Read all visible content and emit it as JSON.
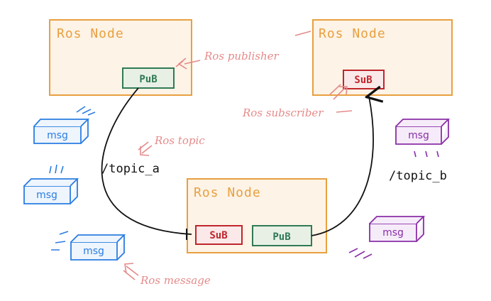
{
  "nodes": {
    "top_left": {
      "title": "Ros Node",
      "port": "PuB"
    },
    "top_right": {
      "title": "Ros Node",
      "port": "SuB"
    },
    "bottom": {
      "title": "Ros Node",
      "port_sub": "SuB",
      "port_pub": "PuB"
    }
  },
  "topics": {
    "a": "/topic_a",
    "b": "/topic_b"
  },
  "annotations": {
    "publisher": "Ros publisher",
    "subscriber": "Ros subscriber",
    "topic": "Ros topic",
    "message": "Ros message"
  },
  "message_label": "msg",
  "colors": {
    "node_border": "#e8a040",
    "node_fill": "#fdf3e6",
    "pub_border": "#2f7a55",
    "pub_fill": "#e8f0e6",
    "sub_border": "#c0262c",
    "sub_fill": "#fbe9e9",
    "blue_msg": "#2a7de1",
    "purple_msg": "#8a2ea8",
    "annotation": "#e58a8a"
  }
}
